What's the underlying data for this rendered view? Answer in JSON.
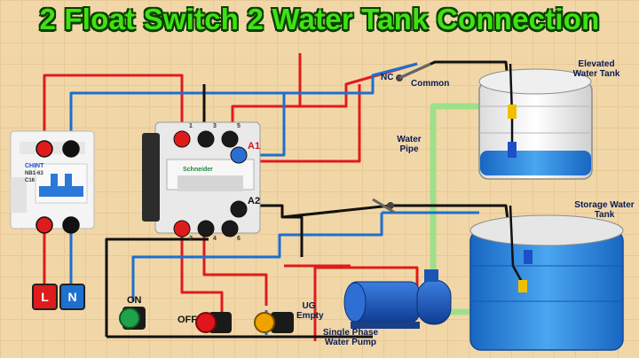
{
  "title": "2 Float Switch 2 Water Tank Connection",
  "labels": {
    "nc": "NC",
    "common": "Common",
    "elevated_tank": "Elevated Water Tank",
    "water_pipe": "Water Pipe",
    "storage_tank": "Storage Water Tank",
    "a1": "A1",
    "a2": "A2",
    "l_terminal": "L",
    "n_terminal": "N",
    "on": "ON",
    "off": "OFF",
    "ug_empty": "UG Empty",
    "pump": "Single Phase Water Pump",
    "mcb_brand": "CHINT",
    "mcb_model": "NB1-63",
    "mcb_rating": "C16",
    "contactor_brand": "Schneider",
    "contactor_top_terms": [
      "1",
      "3",
      "5"
    ],
    "contactor_bottom_terms": [
      "2",
      "4",
      "6"
    ]
  },
  "colors": {
    "title": "#3fe214",
    "background": "#f1d7a8",
    "phase_wire": "#e01b1b",
    "neutral_wire": "#1d6fd0",
    "control_wire": "#111111",
    "pipe": "#9ee08a",
    "water": "#1e7bd6",
    "on_lamp": "#1fa24a",
    "off_lamp": "#e0161c",
    "ug_lamp": "#f0a200"
  }
}
